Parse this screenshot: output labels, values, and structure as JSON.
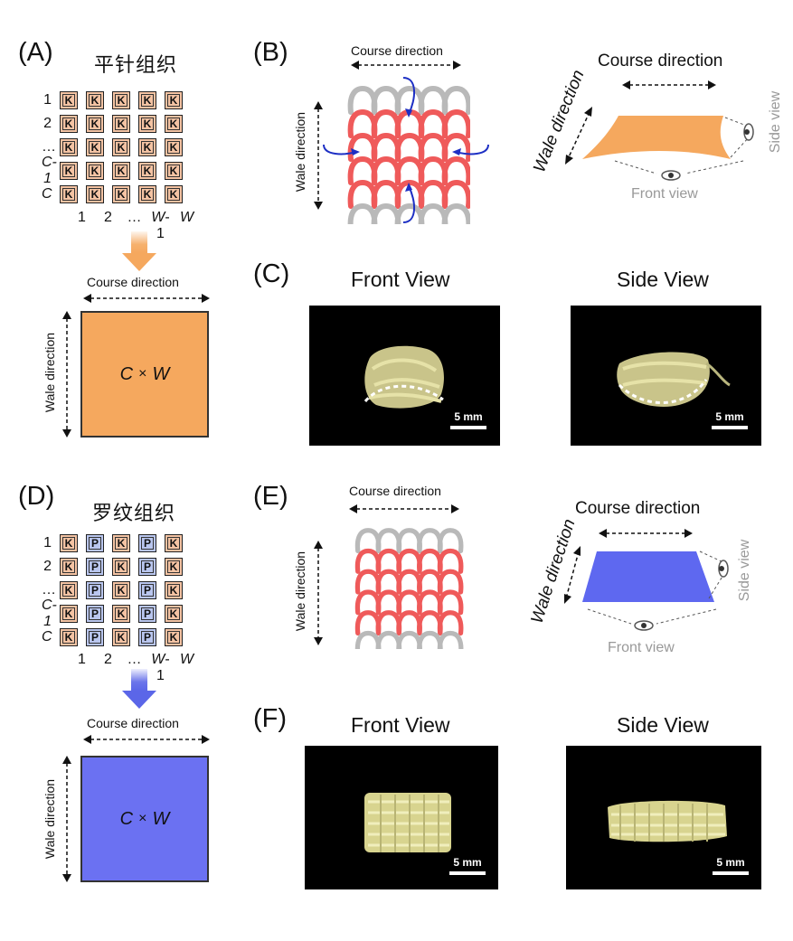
{
  "panels": {
    "A": {
      "label": "(A)",
      "title": "平针组织",
      "row_labels": [
        "1",
        "2",
        "…",
        "C-1",
        "C"
      ],
      "row_italic": [
        false,
        false,
        false,
        true,
        true
      ],
      "cells": [
        [
          "K",
          "K",
          "K",
          "K",
          "K"
        ],
        [
          "K",
          "K",
          "K",
          "K",
          "K"
        ],
        [
          "K",
          "K",
          "K",
          "K",
          "K"
        ],
        [
          "K",
          "K",
          "K",
          "K",
          "K"
        ],
        [
          "K",
          "K",
          "K",
          "K",
          "K"
        ]
      ],
      "col_labels": [
        "1",
        "2",
        "…",
        "W-1",
        "W"
      ],
      "course_direction": "Course direction",
      "wale_direction": "Wale direction",
      "square_text": "C × W",
      "square_color": "#f5a85e",
      "arrow_color": "#f5a85e"
    },
    "B": {
      "label": "(B)",
      "course_direction": "Course direction",
      "wale_direction": "Wale direction",
      "shape_course": "Course direction",
      "shape_wale": "Wale direction",
      "side_view": "Side view",
      "front_view": "Front view",
      "shape_color": "#f5a85e"
    },
    "C": {
      "label": "(C)",
      "front_title": "Front View",
      "side_title": "Side View",
      "scale_front": "5 mm",
      "scale_side": "5 mm"
    },
    "D": {
      "label": "(D)",
      "title": "罗纹组织",
      "row_labels": [
        "1",
        "2",
        "…",
        "C-1",
        "C"
      ],
      "row_italic": [
        false,
        false,
        false,
        true,
        true
      ],
      "cells": [
        [
          "K",
          "P",
          "K",
          "P",
          "K"
        ],
        [
          "K",
          "P",
          "K",
          "P",
          "K"
        ],
        [
          "K",
          "P",
          "K",
          "P",
          "K"
        ],
        [
          "K",
          "P",
          "K",
          "P",
          "K"
        ],
        [
          "K",
          "P",
          "K",
          "P",
          "K"
        ]
      ],
      "col_labels": [
        "1",
        "2",
        "…",
        "W-1",
        "W"
      ],
      "course_direction": "Course direction",
      "wale_direction": "Wale direction",
      "square_text": "C × W",
      "square_color": "#6b71f2",
      "arrow_color": "#5b66e8"
    },
    "E": {
      "label": "(E)",
      "course_direction": "Course direction",
      "wale_direction": "Wale direction",
      "shape_course": "Course direction",
      "shape_wale": "Wale direction",
      "side_view": "Side view",
      "front_view": "Front view",
      "shape_color": "#5e68f0"
    },
    "F": {
      "label": "(F)",
      "front_title": "Front View",
      "side_title": "Side View",
      "scale_front": "5 mm",
      "scale_side": "5 mm"
    }
  },
  "colors": {
    "knit_red": "#ef5a5a",
    "knit_gray": "#b9b9b9",
    "k_cell": "#f4c3a3",
    "p_cell": "#b9c6ef",
    "curve_arrow": "#1d2fc4"
  }
}
